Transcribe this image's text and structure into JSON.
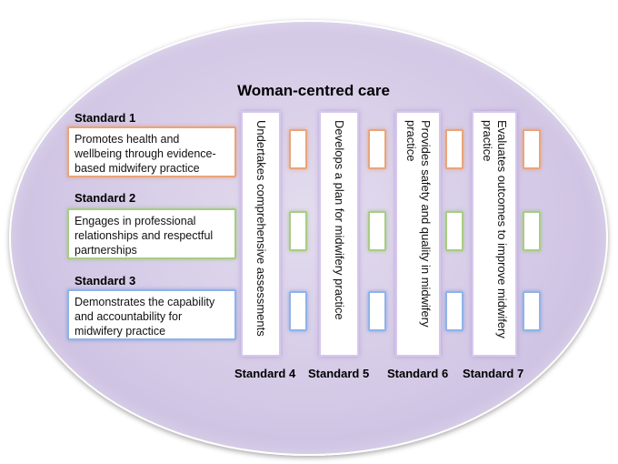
{
  "title": "Woman-centred care",
  "standards_left": [
    {
      "label": "Standard 1",
      "text": "Promotes health and wellbeing through evidence-based midwifery practice",
      "color": "#e8a57c"
    },
    {
      "label": "Standard 2",
      "text": "Engages in professional relationships and respectful partnerships",
      "color": "#a8cc84"
    },
    {
      "label": "Standard 3",
      "text": "Demonstrates the capability and accountability for midwifery practice",
      "color": "#8fb3e6"
    }
  ],
  "standards_columns": [
    {
      "label": "Standard 4",
      "text": "Undertakes comprehensive assessments"
    },
    {
      "label": "Standard 5",
      "text": "Develops a plan for midwifery practice"
    },
    {
      "label": "Standard 6",
      "text": "Provides safety and quality in midwifery practice"
    },
    {
      "label": "Standard 7",
      "text": "Evaluates outcomes to improve midwifery practice"
    }
  ],
  "colors": {
    "background": "#d4c9e6",
    "orange": "#e8a57c",
    "green": "#a8cc84",
    "blue": "#8fb3e6",
    "column_border": "#d6c8ec"
  }
}
